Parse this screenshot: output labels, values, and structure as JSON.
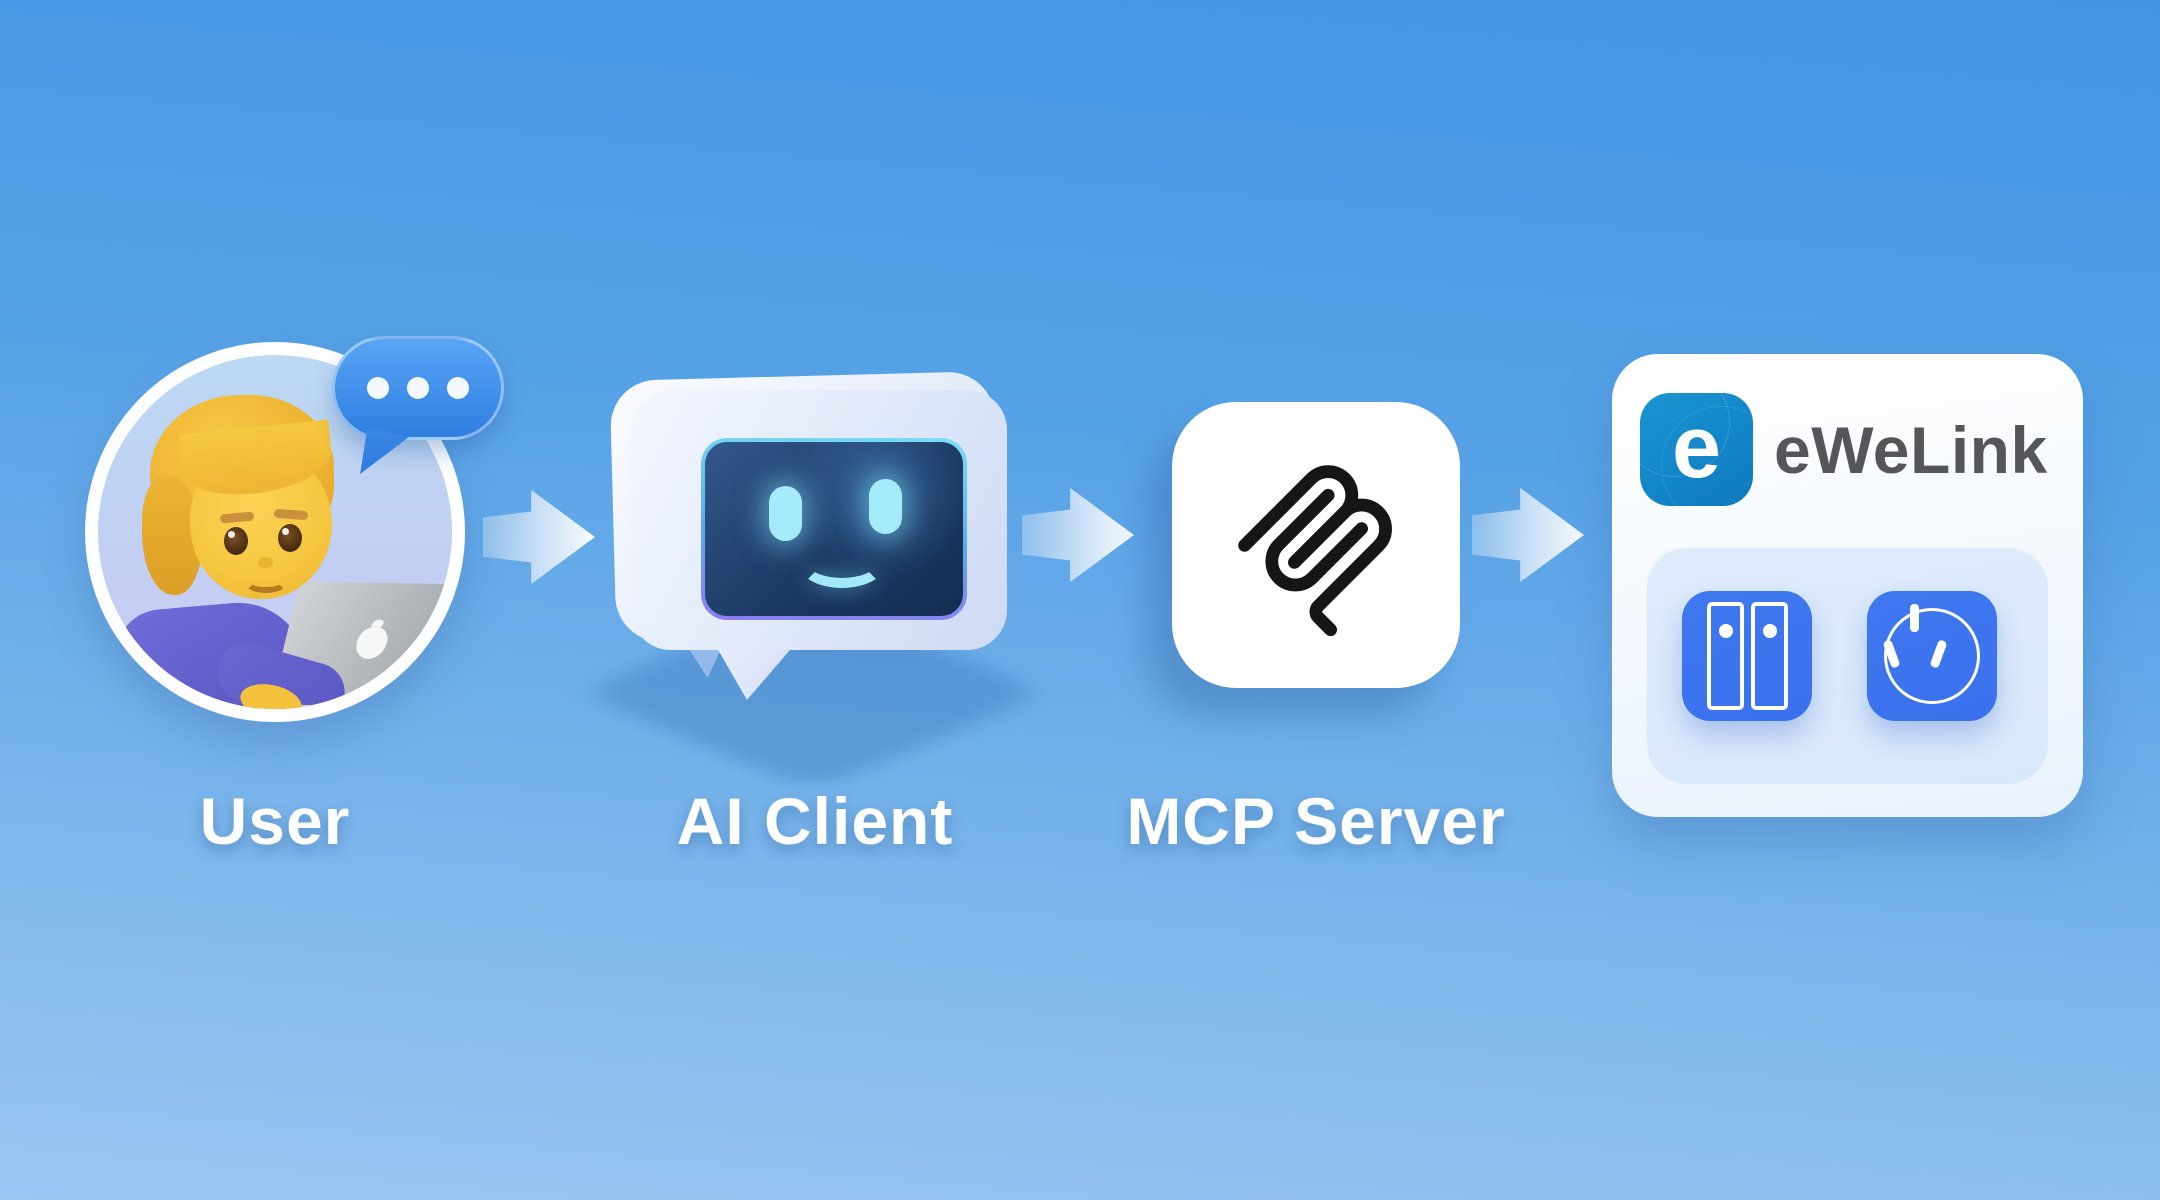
{
  "labels": {
    "user": "User",
    "ai_client": "AI Client",
    "mcp_server": "MCP Server"
  },
  "ewelink": {
    "brand": "eWeLink",
    "icon_letter": "e"
  },
  "icons": {
    "chat_dots": "chat-dots-icon",
    "robot_face": "robot-face-icon",
    "mcp_logo": "mcp-logo-icon",
    "ewelink_app": "ewelink-app-icon",
    "switch": "two-gang-switch-icon",
    "socket": "power-socket-icon",
    "arrow": "flow-arrow-icon"
  },
  "colors": {
    "bg_top": "#4195E2",
    "bg_bottom": "#9AC7F0",
    "bubble_blue_top": "#58A5F5",
    "bubble_blue_bottom": "#2E7EE1",
    "device_tile_blue": "#3A70EC",
    "ewelink_icon_blue": "#1286C9",
    "brand_text_gray": "#54565A",
    "screen_navy": "#1C3A64",
    "eye_cyan": "#A5EBFC",
    "mcp_logo_black": "#161616",
    "label_white": "#FFFFFF"
  }
}
